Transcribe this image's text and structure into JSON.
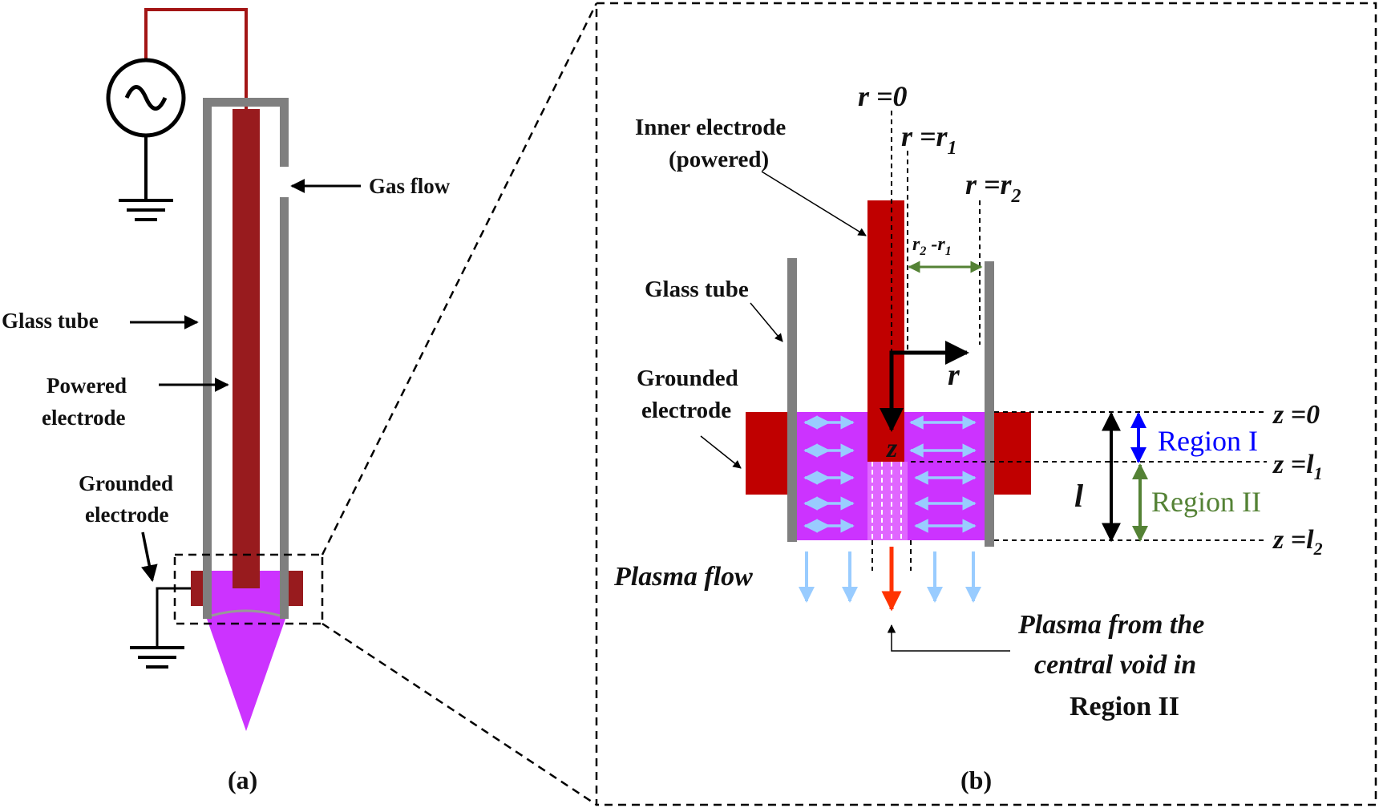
{
  "colors": {
    "electrode": "#c00000",
    "powered_electrode": "#981b1e",
    "glass": "#7f7f7f",
    "plasma": "#cc33ff",
    "field_arrow": "#99ccff",
    "wire": "#a31515",
    "region1": "#0000ff",
    "region2": "#548235",
    "central_flow": "#ff3300"
  },
  "panel_a": {
    "gas_flow": "Gas flow",
    "glass_tube": "Glass tube",
    "powered_line1": "Powered",
    "powered_line2": "electrode",
    "grounded_line1": "Grounded",
    "grounded_line2": "electrode",
    "caption": "(a)",
    "source_icon": "ac-source-icon",
    "ground_icon": "ground-icon"
  },
  "panel_b": {
    "r0": "r =0",
    "r1_main": "r =r",
    "r1_sub": "1",
    "r2_main": "r =r",
    "r2_sub": "2",
    "inner_line1": "Inner electrode",
    "inner_line2": "(powered)",
    "gap_r2": "r",
    "gap_sub2": "2",
    "gap_mid": " -r",
    "gap_sub1": "1",
    "glass_tube": "Glass tube",
    "grounded_line1": "Grounded",
    "grounded_line2": "electrode",
    "axis_r": "r",
    "axis_z": "z",
    "z0": "z =0",
    "zl1_main": "z =l",
    "zl1_sub": "1",
    "zl2_main": "z =l",
    "zl2_sub": "2",
    "length_l": "l",
    "region1": "Region I",
    "region2": "Region II",
    "plasma_flow": "Plasma flow",
    "central_line1": "Plasma from the",
    "central_line2": "central void in",
    "central_line3": "Region II",
    "caption": "(b)"
  }
}
